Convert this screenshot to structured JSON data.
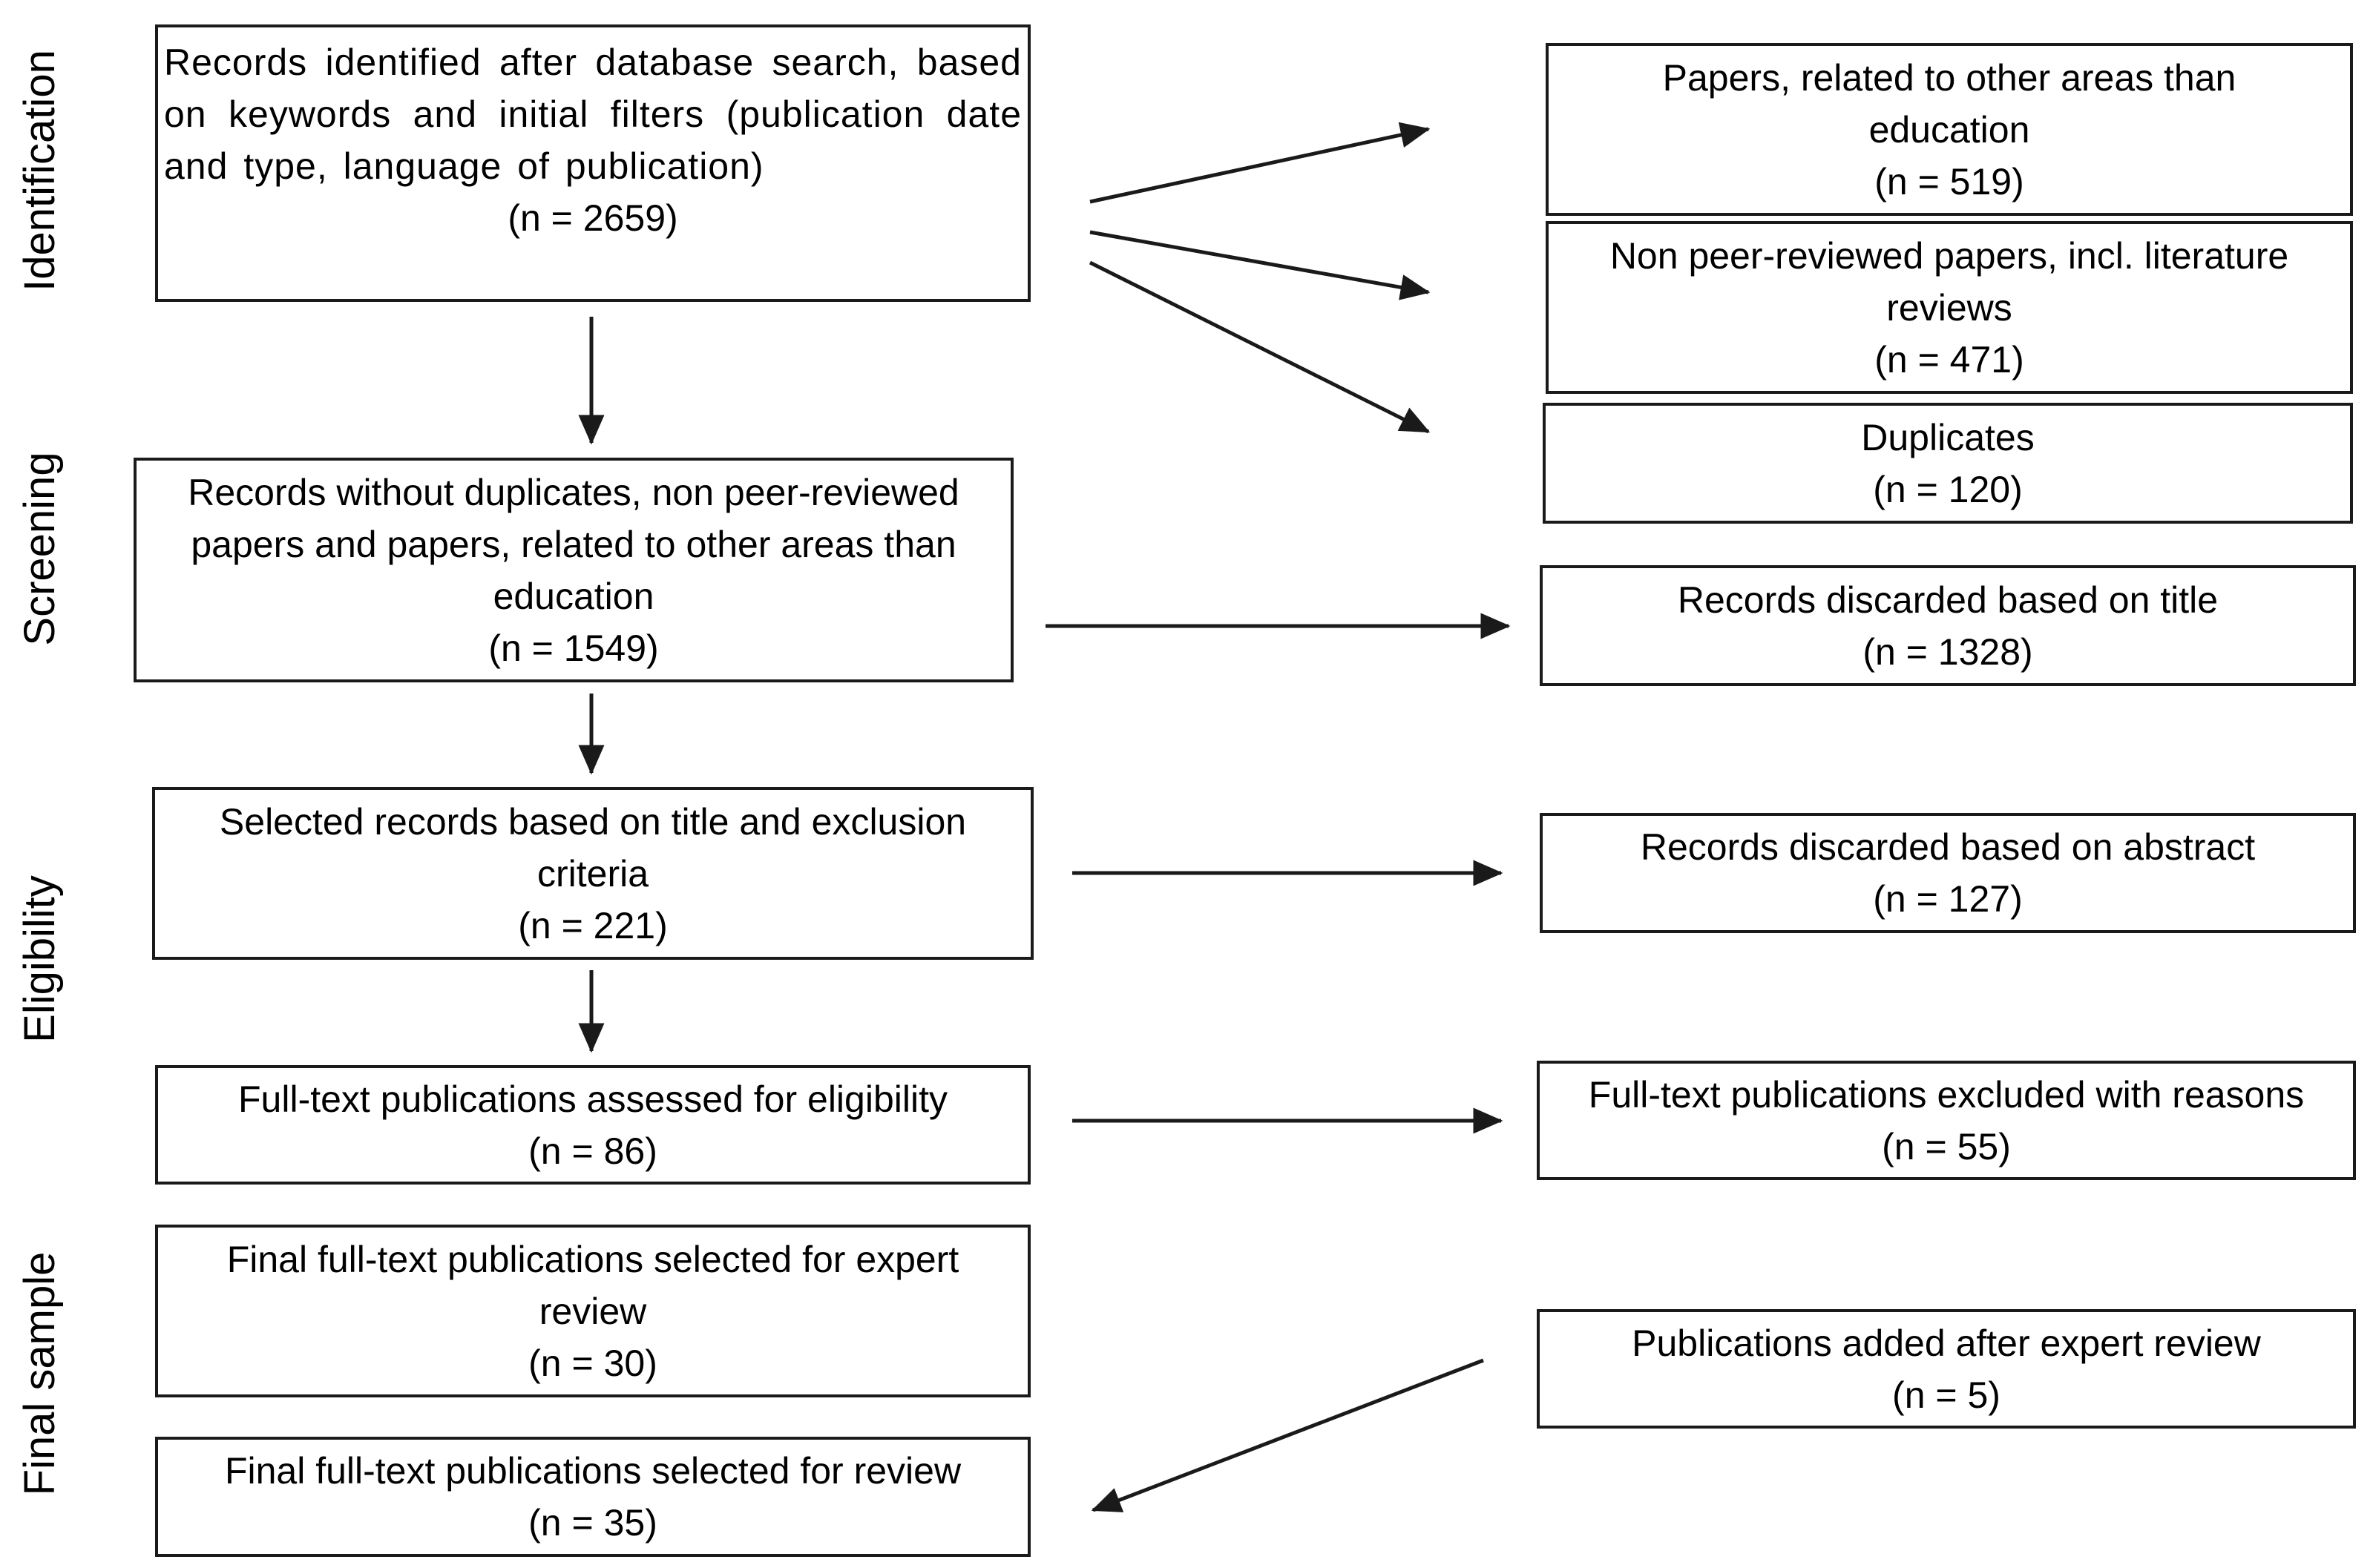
{
  "phases": {
    "identification": "Identification",
    "screening": "Screening",
    "eligibility": "Eligibility",
    "final_sample": "Final sample"
  },
  "boxes": {
    "identified": {
      "text": "Records identified after database search, based on keywords and initial filters (publication date and type, language of publication)",
      "count": "(n = 2659)"
    },
    "other_areas": {
      "text": "Papers, related to other areas than education",
      "count": "(n = 519)"
    },
    "non_peer_reviewed": {
      "text": "Non peer-reviewed papers, incl. literature reviews",
      "count": "(n = 471)"
    },
    "duplicates": {
      "text": "Duplicates",
      "count": "(n = 120)"
    },
    "without_duplicates": {
      "text": "Records without duplicates, non peer-reviewed papers and papers, related to other areas than education",
      "count": "(n = 1549)"
    },
    "discarded_title": {
      "text": "Records discarded based on title",
      "count": "(n = 1328)"
    },
    "selected_title": {
      "text": "Selected records based on title and exclusion criteria",
      "count": "(n = 221)"
    },
    "discarded_abstract": {
      "text": "Records discarded based on abstract",
      "count": "(n = 127)"
    },
    "fulltext_assessed": {
      "text": "Full-text publications assessed for eligibility",
      "count": "(n = 86)"
    },
    "fulltext_excluded": {
      "text": "Full-text publications excluded with reasons",
      "count": "(n = 55)"
    },
    "final_expert": {
      "text": "Final full-text publications selected for expert review",
      "count": "(n = 30)"
    },
    "added_after_expert": {
      "text": "Publications added after expert review",
      "count": "(n = 5)"
    },
    "final_review": {
      "text": "Final full-text publications selected for review",
      "count": "(n = 35)"
    }
  }
}
